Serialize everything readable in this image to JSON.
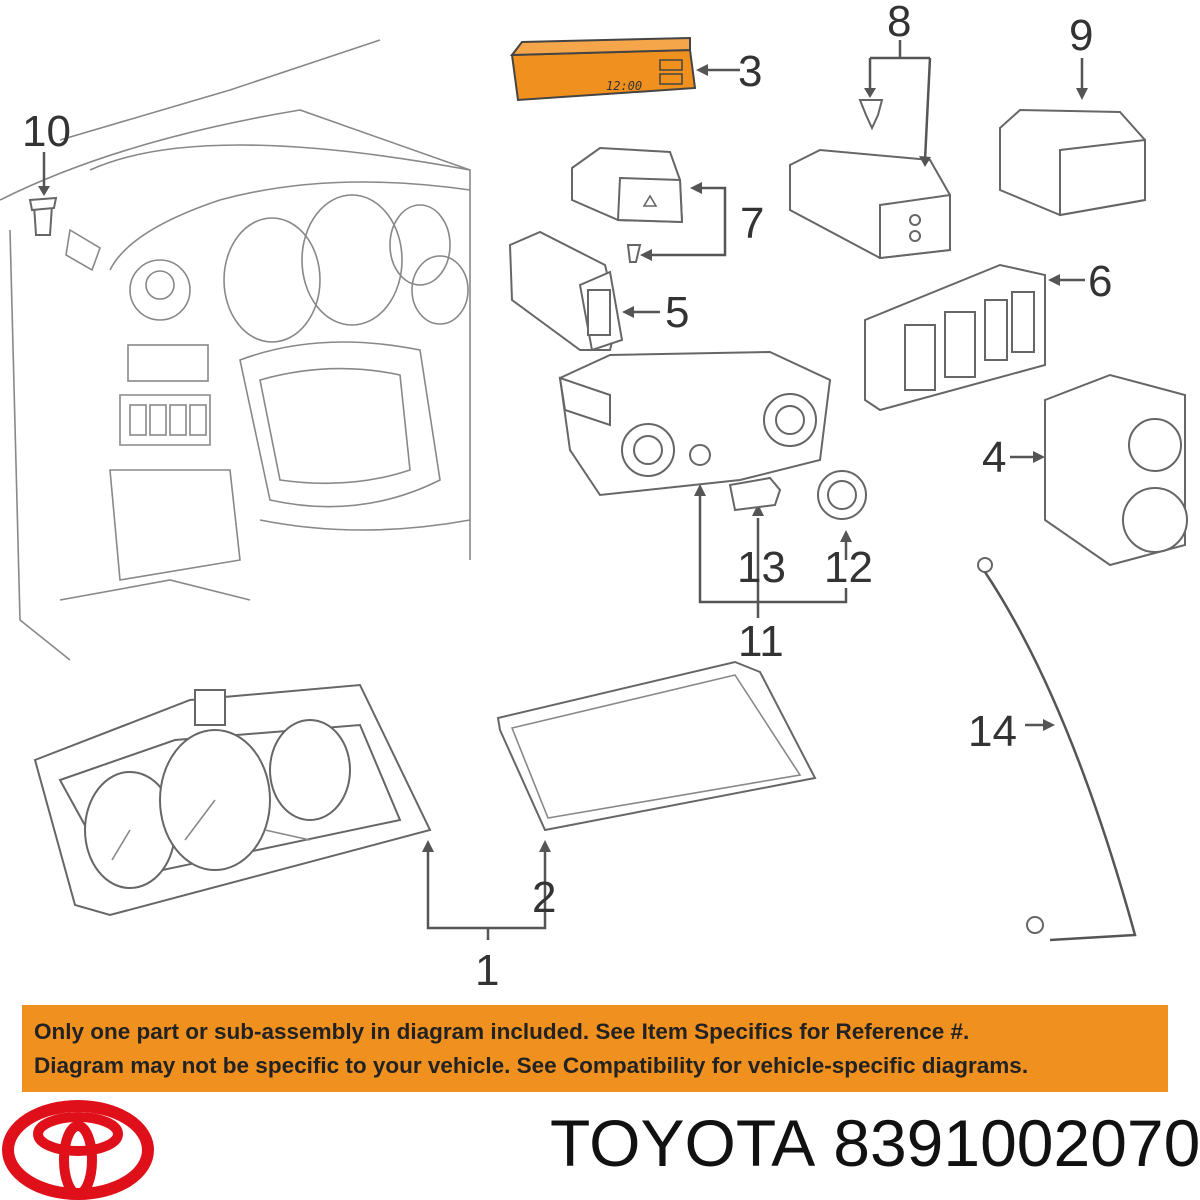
{
  "diagram": {
    "callouts": {
      "c1": "1",
      "c2": "2",
      "c3": "3",
      "c4": "4",
      "c5": "5",
      "c6": "6",
      "c7": "7",
      "c8": "8",
      "c9": "9",
      "c10": "10",
      "c11": "11",
      "c12": "12",
      "c13": "13",
      "c14": "14"
    },
    "display_text": "12:00",
    "highlight_color": "#f0901f"
  },
  "notice": {
    "line1": "Only one part or sub-assembly in diagram included. See Item Specifics for Reference #.",
    "line2": "Diagram may not be specific to your vehicle. See Compatibility for vehicle-specific diagrams.",
    "background": "#f0901f"
  },
  "brand": {
    "name": "TOYOTA",
    "part_number": "8391002070",
    "logo_color": "#e0101a",
    "logo_icon": "toyota-logo-icon"
  }
}
